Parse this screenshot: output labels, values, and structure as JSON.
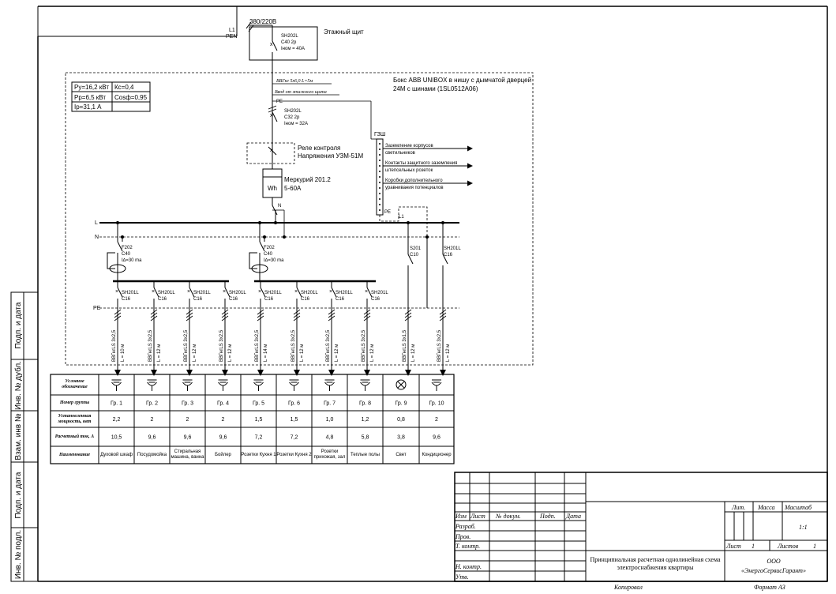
{
  "supply": {
    "voltage": "380/220В",
    "line_l1": "L1",
    "line_pen": "PEN",
    "panel_label": "Этажный щит",
    "breaker_model": "SH202L",
    "breaker_rating": "C40 2р",
    "breaker_current": "Iном = 40А"
  },
  "params": {
    "py": "Ру=16,2 кВт",
    "kc": "Кс=0,4",
    "pp": "Рр=6,5 кВт",
    "cos": "Cosф=0,95",
    "ip": "Ip=31,1 А"
  },
  "box": {
    "title_1": "Бокс ABB UNIBOX в нишу с дымчатой дверцей",
    "title_2": "24М с шинами (1SL0512A06)"
  },
  "input_cable": {
    "cable": "ВВГнг 5х6,0   L=5м",
    "desc": "Ввод от этажного щита",
    "pe": "PE"
  },
  "main_breaker": {
    "model": "SH202L",
    "rating": "C32 2р",
    "current": "Iном = 32А"
  },
  "relay": {
    "line1": "Реле контроля",
    "line2": "Напряжения УЗМ-51М"
  },
  "meter": {
    "symbol": "Wh",
    "line1": "Меркурий 201.2",
    "line2": "5-60А"
  },
  "gzsh": {
    "label": "ГЗШ",
    "pe": "PE",
    "out1_l1": "Заземление корпусов",
    "out1_l2": "светильников",
    "out2_l1": "Контакты защитного заземления",
    "out2_l2": "штепсельных розеток",
    "out3_l1": "Коробки дополнительного",
    "out3_l2": "уравнивания потенциалов"
  },
  "bus": {
    "l": "L",
    "n": "N",
    "pe": "PE",
    "n_label": "N",
    "l1": "L1"
  },
  "rcd": [
    {
      "model": "F202",
      "rating": "C40",
      "idelta": "I∆=30 ma"
    },
    {
      "model": "F202",
      "rating": "C40",
      "idelta": "I∆=30 ma"
    }
  ],
  "direct_breakers": [
    {
      "model": "S201",
      "rating": "C10"
    },
    {
      "model": "SH201L",
      "rating": "C16"
    }
  ],
  "group_breakers": [
    {
      "model": "SH201L",
      "rating": "C16"
    },
    {
      "model": "SH201L",
      "rating": "C16"
    },
    {
      "model": "SH201L",
      "rating": "C16"
    },
    {
      "model": "SH201L",
      "rating": "C16"
    },
    {
      "model": "SH201L",
      "rating": "C16"
    },
    {
      "model": "SH201L",
      "rating": "C16"
    },
    {
      "model": "SH201L",
      "rating": "C16"
    },
    {
      "model": "SH201L",
      "rating": "C16"
    }
  ],
  "cables": [
    {
      "type": "ВВГнгLS 3х2,5",
      "length": "L = 10 м"
    },
    {
      "type": "ВВГнгLS 3х2,5",
      "length": "L = 12 м"
    },
    {
      "type": "ВВГнгLS 3х2,5",
      "length": "L = 12 м"
    },
    {
      "type": "ВВГнгLS 3х2,5",
      "length": "L = 12 м"
    },
    {
      "type": "ВВГнгLS 3х2,5",
      "length": "L = 14 м"
    },
    {
      "type": "ВВГнгLS 3х2,5",
      "length": "L = 12 м"
    },
    {
      "type": "ВВГнгLS 3х2,5",
      "length": "L = 12 м"
    },
    {
      "type": "ВВГнгLS 3х2,5",
      "length": "L = 12 м"
    },
    {
      "type": "ВВГнгLS 3х1,5",
      "length": "L = 12 м"
    },
    {
      "type": "ВВГнгLS 3х2,5",
      "length": "L = 12 м"
    }
  ],
  "table": {
    "row_headers": {
      "symbol": "Условное обозначение",
      "group": "Номер группы",
      "power": "Установленная мощность, квт",
      "current": "Расчетный ток, А",
      "name": "Наименование"
    },
    "columns": [
      {
        "symbol": "socket-earth",
        "group": "Гр. 1",
        "power": "2,2",
        "current": "10,5",
        "name": "Духовой шкаф"
      },
      {
        "symbol": "socket-earth",
        "group": "Гр. 2",
        "power": "2",
        "current": "9,6",
        "name": "Посудомойка"
      },
      {
        "symbol": "socket-earth",
        "group": "Гр. 3",
        "power": "2",
        "current": "9,6",
        "name": "Стиральная машина, ванна"
      },
      {
        "symbol": "socket-earth",
        "group": "Гр. 4",
        "power": "2",
        "current": "9,6",
        "name": "Бойлер"
      },
      {
        "symbol": "socket-earth",
        "group": "Гр. 5",
        "power": "1,5",
        "current": "7,2",
        "name": "Розетки Кухня 1"
      },
      {
        "symbol": "socket-earth",
        "group": "Гр. 6",
        "power": "1,5",
        "current": "7,2",
        "name": "Розетки Кухня 2"
      },
      {
        "symbol": "socket-earth",
        "group": "Гр. 7",
        "power": "1,0",
        "current": "4,8",
        "name": "Розетки прихожая, зал"
      },
      {
        "symbol": "socket-earth",
        "group": "Гр. 8",
        "power": "1,2",
        "current": "5,8",
        "name": "Теплые полы"
      },
      {
        "symbol": "lamp",
        "group": "Гр. 9",
        "power": "0,8",
        "current": "3,8",
        "name": "Свет"
      },
      {
        "symbol": "socket-earth",
        "group": "Гр. 10",
        "power": "2",
        "current": "9,6",
        "name": "Кондиционер"
      }
    ]
  },
  "side_stamps": [
    "Подп. и дата",
    "Инв. № дубл.",
    "Взам. инв №",
    "Подп. и дата",
    "Инв. № подл."
  ],
  "stamp": {
    "izm": "Изм",
    "list": "Лист",
    "ndoc": "№ докум.",
    "podp": "Подп.",
    "data": "Дата",
    "razrab": "Разраб.",
    "prov": "Пров.",
    "tkontr": "Т. контр.",
    "nkontr": "Н. контр.",
    "utv": "Утв.",
    "title": "Принципиальная расчетная однолинейная схема электроснабжения квартиры",
    "lit": "Лит.",
    "massa": "Масса",
    "masshtab": "Масштаб",
    "scale": "1:1",
    "sheet_label": "Лист",
    "sheet": "1",
    "sheets_label": "Листов",
    "sheets": "1",
    "org_1": "ООО",
    "org_2": "«ЭнергоСервисГарант»",
    "copied": "Копировал",
    "format": "Формат  А3"
  }
}
